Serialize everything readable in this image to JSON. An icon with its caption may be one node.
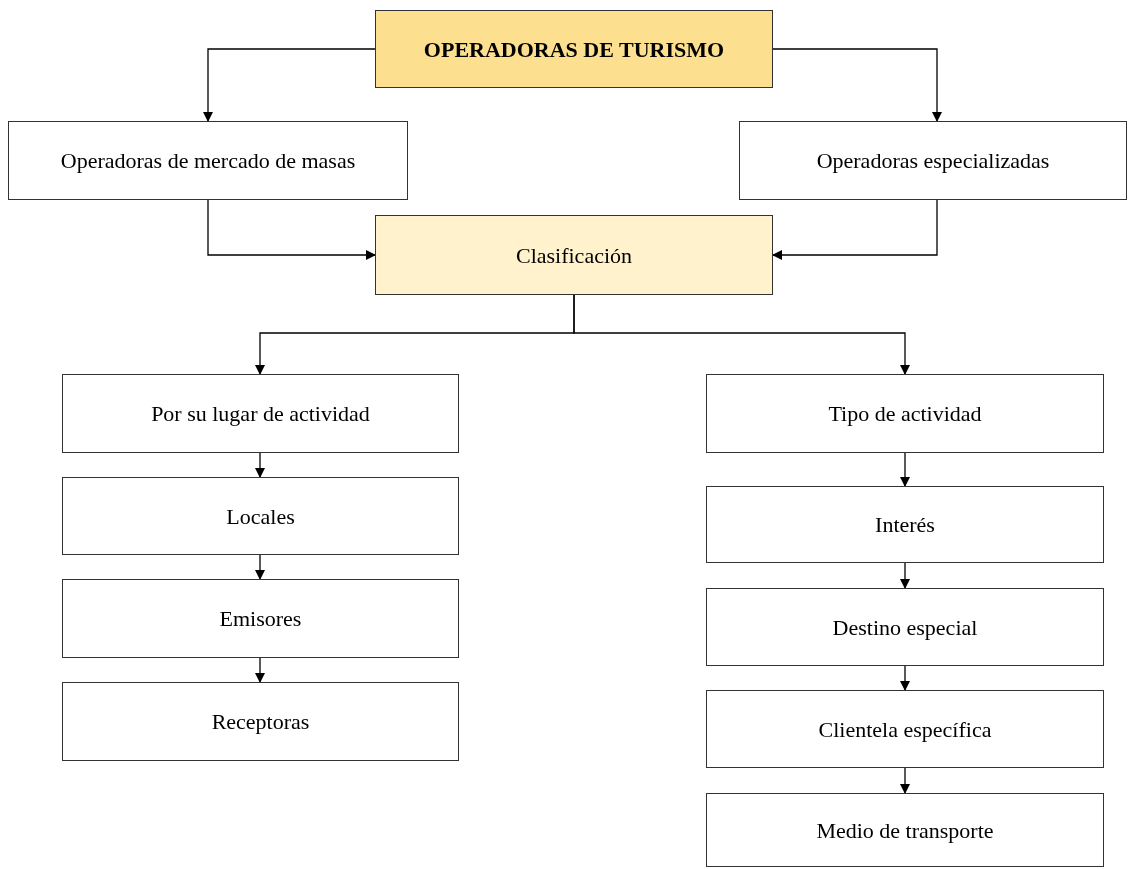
{
  "diagram": {
    "nodes": [
      {
        "text": [
          "OPERADORAS DE TURISMO"
        ]
      },
      {
        "text": [
          "Operadoras de mercado de masas"
        ]
      },
      {
        "text": [
          "Operadoras especializadas"
        ]
      },
      {
        "text": [
          "Clasificación"
        ]
      },
      {
        "text": [
          "Por su lugar de actividad"
        ]
      },
      {
        "text": [
          "Locales"
        ]
      },
      {
        "text": [
          "Emisores"
        ]
      },
      {
        "text": [
          "Receptoras"
        ]
      },
      {
        "text": [
          "Tipo de actividad"
        ]
      },
      {
        "text": [
          "Interés"
        ]
      },
      {
        "text": [
          "Destino especial"
        ]
      },
      {
        "text": [
          "Clientela específica"
        ]
      },
      {
        "text": [
          "Medio de transporte"
        ]
      }
    ],
    "edges": [
      {
        "from": 0,
        "to": 1,
        "arrow": "to"
      },
      {
        "from": 0,
        "to": 2,
        "arrow": "to"
      },
      {
        "from": 1,
        "to": 3,
        "arrow": "to"
      },
      {
        "from": 2,
        "to": 3,
        "arrow": "to"
      },
      {
        "from": 3,
        "to": 4,
        "arrow": "to"
      },
      {
        "from": 3,
        "to": 8,
        "arrow": "to"
      },
      {
        "from": 4,
        "to": 5,
        "arrow": "to"
      },
      {
        "from": 5,
        "to": 6,
        "arrow": "to"
      },
      {
        "from": 6,
        "to": 7,
        "arrow": "to"
      },
      {
        "from": 8,
        "to": 9,
        "arrow": "to"
      },
      {
        "from": 9,
        "to": 10,
        "arrow": "to"
      },
      {
        "from": 10,
        "to": 11,
        "arrow": "to"
      },
      {
        "from": 11,
        "to": 12,
        "arrow": "to"
      }
    ]
  }
}
